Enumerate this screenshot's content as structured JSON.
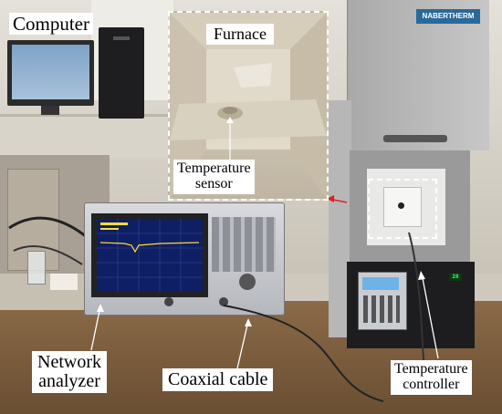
{
  "labels": {
    "computer": "Computer",
    "furnace": "Furnace",
    "temperature_sensor_line1": "Temperature",
    "temperature_sensor_line2": "sensor",
    "network_analyzer_line1": "Network",
    "network_analyzer_line2": "analyzer",
    "coaxial_cable": "Coaxial cable",
    "temperature_controller_line1": "Temperature",
    "temperature_controller_line2": "controller"
  },
  "equipment_text": {
    "furnace_brand": "NABERTHERM",
    "controller_display": "28"
  }
}
